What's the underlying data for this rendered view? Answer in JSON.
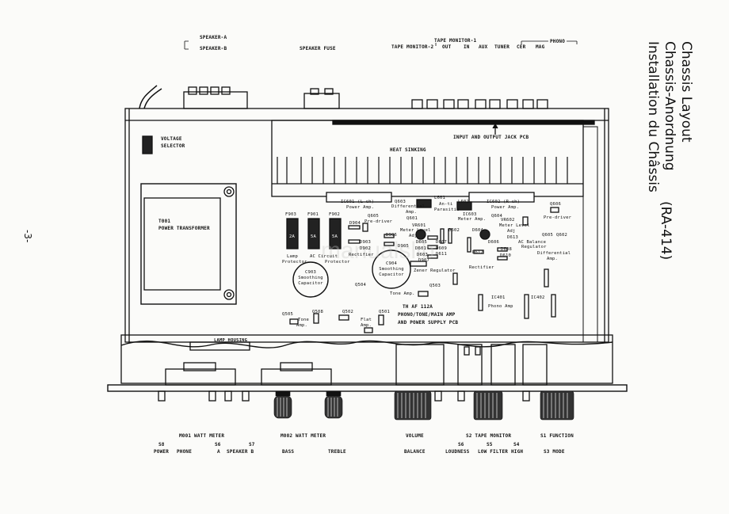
{
  "title": {
    "line1": "Chassis Layout",
    "line2": "Chassis-Anordnung",
    "line3": "Installation du Châssis",
    "model": "(RA-414)"
  },
  "page_number": "-3-",
  "watermark": "manualslib",
  "top_labels": {
    "speaker_a": "SPEAKER-A",
    "speaker_b": "SPEAKER-B",
    "speaker_fuse": "SPEAKER FUSE",
    "tape_monitor_1": "TAPE MONITOR-1",
    "tape_monitor_2": "TAPE MONITOR-2",
    "out": "OUT",
    "in": "IN",
    "aux": "AUX",
    "tuner": "TUNER",
    "cer": "CER",
    "phono": "PHONO",
    "mag": "MAG"
  },
  "components": {
    "voltage_selector_1": "VOLTAGE",
    "voltage_selector_2": "SELECTOR",
    "t001": "T001",
    "power_transformer": "POWER TRANSFORMER",
    "input_output_pcb": "INPUT AND OUTPUT JACK PCB",
    "heat_sinking": "HEAT SINKING",
    "ic601_1": "IC601 (L-ch)",
    "ic601_2": "Power Amp.",
    "ic602_1": "IC602 (R-ch)",
    "ic602_2": "Power Amp.",
    "q603_1": "Q603",
    "q603_2": "Differential",
    "q603_3": "Amp.",
    "l601": "L601",
    "l601_1": "An-ti",
    "l601_2": "Parasitic",
    "l602": "L602",
    "ic603_1": "IC603",
    "ic603_2": "Meter Amp.",
    "q601": "Q601",
    "q604": "Q604",
    "vr601_1": "VR601",
    "vr601_2": "Meter Level",
    "vr601_3": "Adj",
    "vr602_1": "VR602",
    "vr602_2": "Meter Level",
    "vr602_3": "Adj",
    "q606_1": "Q606",
    "q606_2": "Pre-driver",
    "d613_1": "D613",
    "d613_2": "AC Balance",
    "d613_3": "Regulator",
    "q605b": "Q605",
    "q602": "Q602",
    "diff_amp_1": "Differential",
    "diff_amp_2": "Amp.",
    "f903": "F903",
    "f901": "F901",
    "f902": "F902",
    "f_val_1": "2A",
    "f_val_2": "5A",
    "f_val_3": "5A",
    "q605_1": "Q605",
    "q605_2": "Pre-driver",
    "d904": "D904",
    "d903": "D903",
    "d902": "D902",
    "d906": "D906",
    "d905": "D905",
    "rectifier_1": "Rectifier",
    "lamp_prot_1": "Lamp",
    "lamp_prot_2": "Protector",
    "ac_prot_1": "AC Circuit",
    "ac_prot_2": "Protector",
    "c903_1": "C903",
    "c903_2": "Smoothing",
    "c903_3": "Capacitor",
    "c904_1": "C904",
    "c904_2": "Smoothing",
    "c904_3": "Capacitor",
    "d907_1": "D907",
    "d907_2": "Zener Regulator",
    "d605": "D605",
    "d601": "D601",
    "d603": "D603",
    "d602": "D602",
    "d604": "D604",
    "d606": "D606",
    "d607": "D607",
    "d608": "D608",
    "d609": "D609",
    "d610": "D610",
    "d611": "D611",
    "d612": "D612",
    "rectifier_2": "Rectifier",
    "q504": "Q504",
    "q503": "Q503",
    "tone_amp_1": "Tone Amp.",
    "ic401": "IC401",
    "phono_amp": "Phono Amp",
    "ic402": "IC402",
    "th_af": "TH AF 112A",
    "pcb_line1": "PHONO/TONE/MAIN AMP",
    "pcb_line2": "AND POWER SUPPLY PCB",
    "q505": "Q505",
    "q508": "Q508",
    "tone_amp_2": "Tone",
    "tone_amp_3": "Amp.",
    "q502": "Q502",
    "q501": "Q501",
    "flat_amp_1": "Flat",
    "flat_amp_2": "Amp.",
    "lamp_housing": "LAMP HOUSING"
  },
  "bottom_labels": {
    "m001": "M001 WATT METER",
    "m002": "M002 WATT METER",
    "volume": "VOLUME",
    "s2": "S2 TAPE MONITOR",
    "s1": "S1 FUNCTION",
    "s8": "S8",
    "power": "POWER",
    "phone": "PHONE",
    "s6": "S6",
    "a": "A",
    "s7": "S7",
    "speaker_b2": "SPEAKER B",
    "bass": "BASS",
    "treble": "TREBLE",
    "balance": "BALANCE",
    "s6b": "S6",
    "s5": "S5",
    "s4": "S4",
    "loudness": "LOUDNESS",
    "low_filter": "LOW FILTER",
    "high": "HIGH",
    "s3": "S3 MODE"
  }
}
